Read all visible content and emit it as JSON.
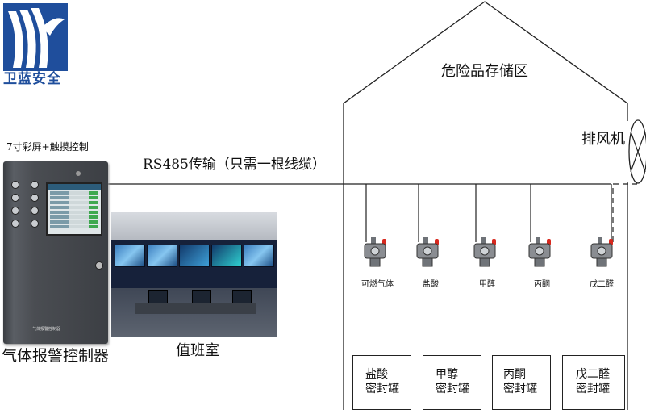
{
  "logo": {
    "text": "卫蓝安全"
  },
  "building": {
    "title": "危险品存储区"
  },
  "fan_label": "排风机",
  "controller": {
    "top_caption": "7寸彩屏+触摸控制",
    "caption": "气体报警控制器",
    "plate": "气体报警控制器"
  },
  "cable_label": "RS485传输（只需一根线缆）",
  "room_label": "值班室",
  "sensors": [
    "可燃气体",
    "盐酸",
    "甲醇",
    "丙酮",
    "戊二醛"
  ],
  "tanks": [
    {
      "line1": "盐酸",
      "line2": "密封罐"
    },
    {
      "line1": "甲醇",
      "line2": "密封罐"
    },
    {
      "line1": "丙酮",
      "line2": "密封罐"
    },
    {
      "line1": "戊二醛",
      "line2": "密封罐"
    }
  ],
  "colors": {
    "logo_blue": "#1f4e9c",
    "alarm_red": "#d8281e",
    "sensor_body": "#8a8d92"
  }
}
